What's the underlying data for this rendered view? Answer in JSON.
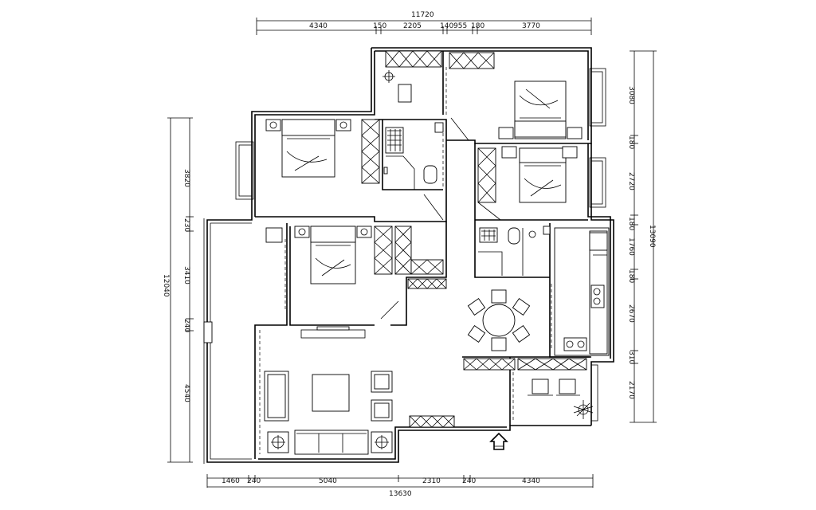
{
  "dimensions": {
    "top_total": "11720",
    "top_segments": [
      "4340",
      "150",
      "2205",
      "140",
      "955",
      "180",
      "3770"
    ],
    "bottom_total": "13630",
    "bottom_segments": [
      "1460",
      "240",
      "5040",
      "2310",
      "240",
      "4340"
    ],
    "left_total": "12040",
    "left_segments": [
      "3820",
      "230",
      "3410",
      "240",
      "4540"
    ],
    "right_total": "13090",
    "right_segments": [
      "3080",
      "180",
      "2720",
      "180",
      "1760",
      "180",
      "2670",
      "310",
      "2170"
    ]
  },
  "icons": {
    "entrance": "entrance-arrow-icon",
    "plant": "plant-icon"
  }
}
